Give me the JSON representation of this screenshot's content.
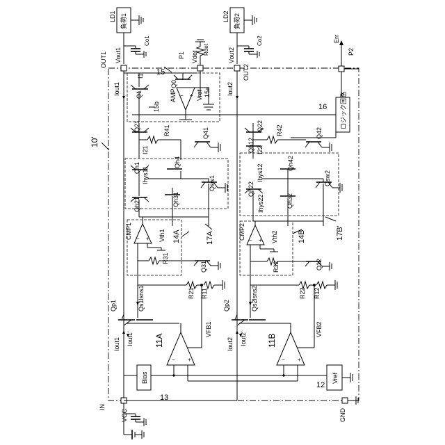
{
  "labels": {
    "ld1": "LD1",
    "ld2": "LD2",
    "load1": "負荷1",
    "load2": "負荷2",
    "co1": "Co1",
    "co2": "Co2",
    "vout1": "Vout1",
    "vout2": "Vout2",
    "out1": "OUT1",
    "out2": "OUT2",
    "p1": "P1",
    "vdet": "Vdet",
    "rdet": "Rdet",
    "err": "Err",
    "p2": "P2",
    "n15": "15",
    "n15a": "15a",
    "n15b": "15b",
    "q0": "Q0",
    "q1": "Q1",
    "amp": "AMP",
    "vref_small": "Vref",
    "i1": "I1",
    "iout1": "Iout1",
    "iout2": "Iout2",
    "n16": "16",
    "logic": "ロジック回路",
    "n10": "10'",
    "q21": "Q21",
    "q22": "Q22",
    "r41": "R41",
    "r42": "R42",
    "q41": "Q41",
    "q42": "Q42",
    "i21": "I21",
    "i22": "I22",
    "qh1": "Qh1",
    "qh4": "Qh4",
    "ihys11": "Ihys11",
    "qsw1": "Qsw1",
    "qh21": "Qh21",
    "qh31": "Qh31",
    "qh12": "Qh12",
    "qh42": "Qh42",
    "ihys12": "Ihys12",
    "qsw2": "Qsw2",
    "qh22": "Qh22",
    "qh32": "Qh32",
    "ihys22": "Ihys22",
    "cmp1": "CMP1",
    "vth1": "Vth1",
    "n14a": "14A",
    "r31": "R31",
    "n17a": "17A",
    "q31": "Q31",
    "cmp2": "CMP2",
    "vth2": "Vth2",
    "n14b": "14B",
    "r32": "R32",
    "n17b": "17B'",
    "q32": "Q32",
    "r21": "R21",
    "r11": "R11",
    "r22": "R22",
    "r12": "R12",
    "qp1": "Qp1",
    "qs1": "Qs1",
    "isns1": "Isns1",
    "qp2": "Qp2",
    "qs2": "Qs2",
    "isns2": "Isns2",
    "iout1p": "Iout1'",
    "iout2p": "Iout2'",
    "vfb1": "VFB1",
    "vfb2": "VFB2",
    "n11a": "11A",
    "n11b": "11B",
    "bias": "Bias",
    "n13": "13",
    "vref": "Vref",
    "n12": "12",
    "in": "IN",
    "vcc": "VCC",
    "gnd": "GND"
  }
}
